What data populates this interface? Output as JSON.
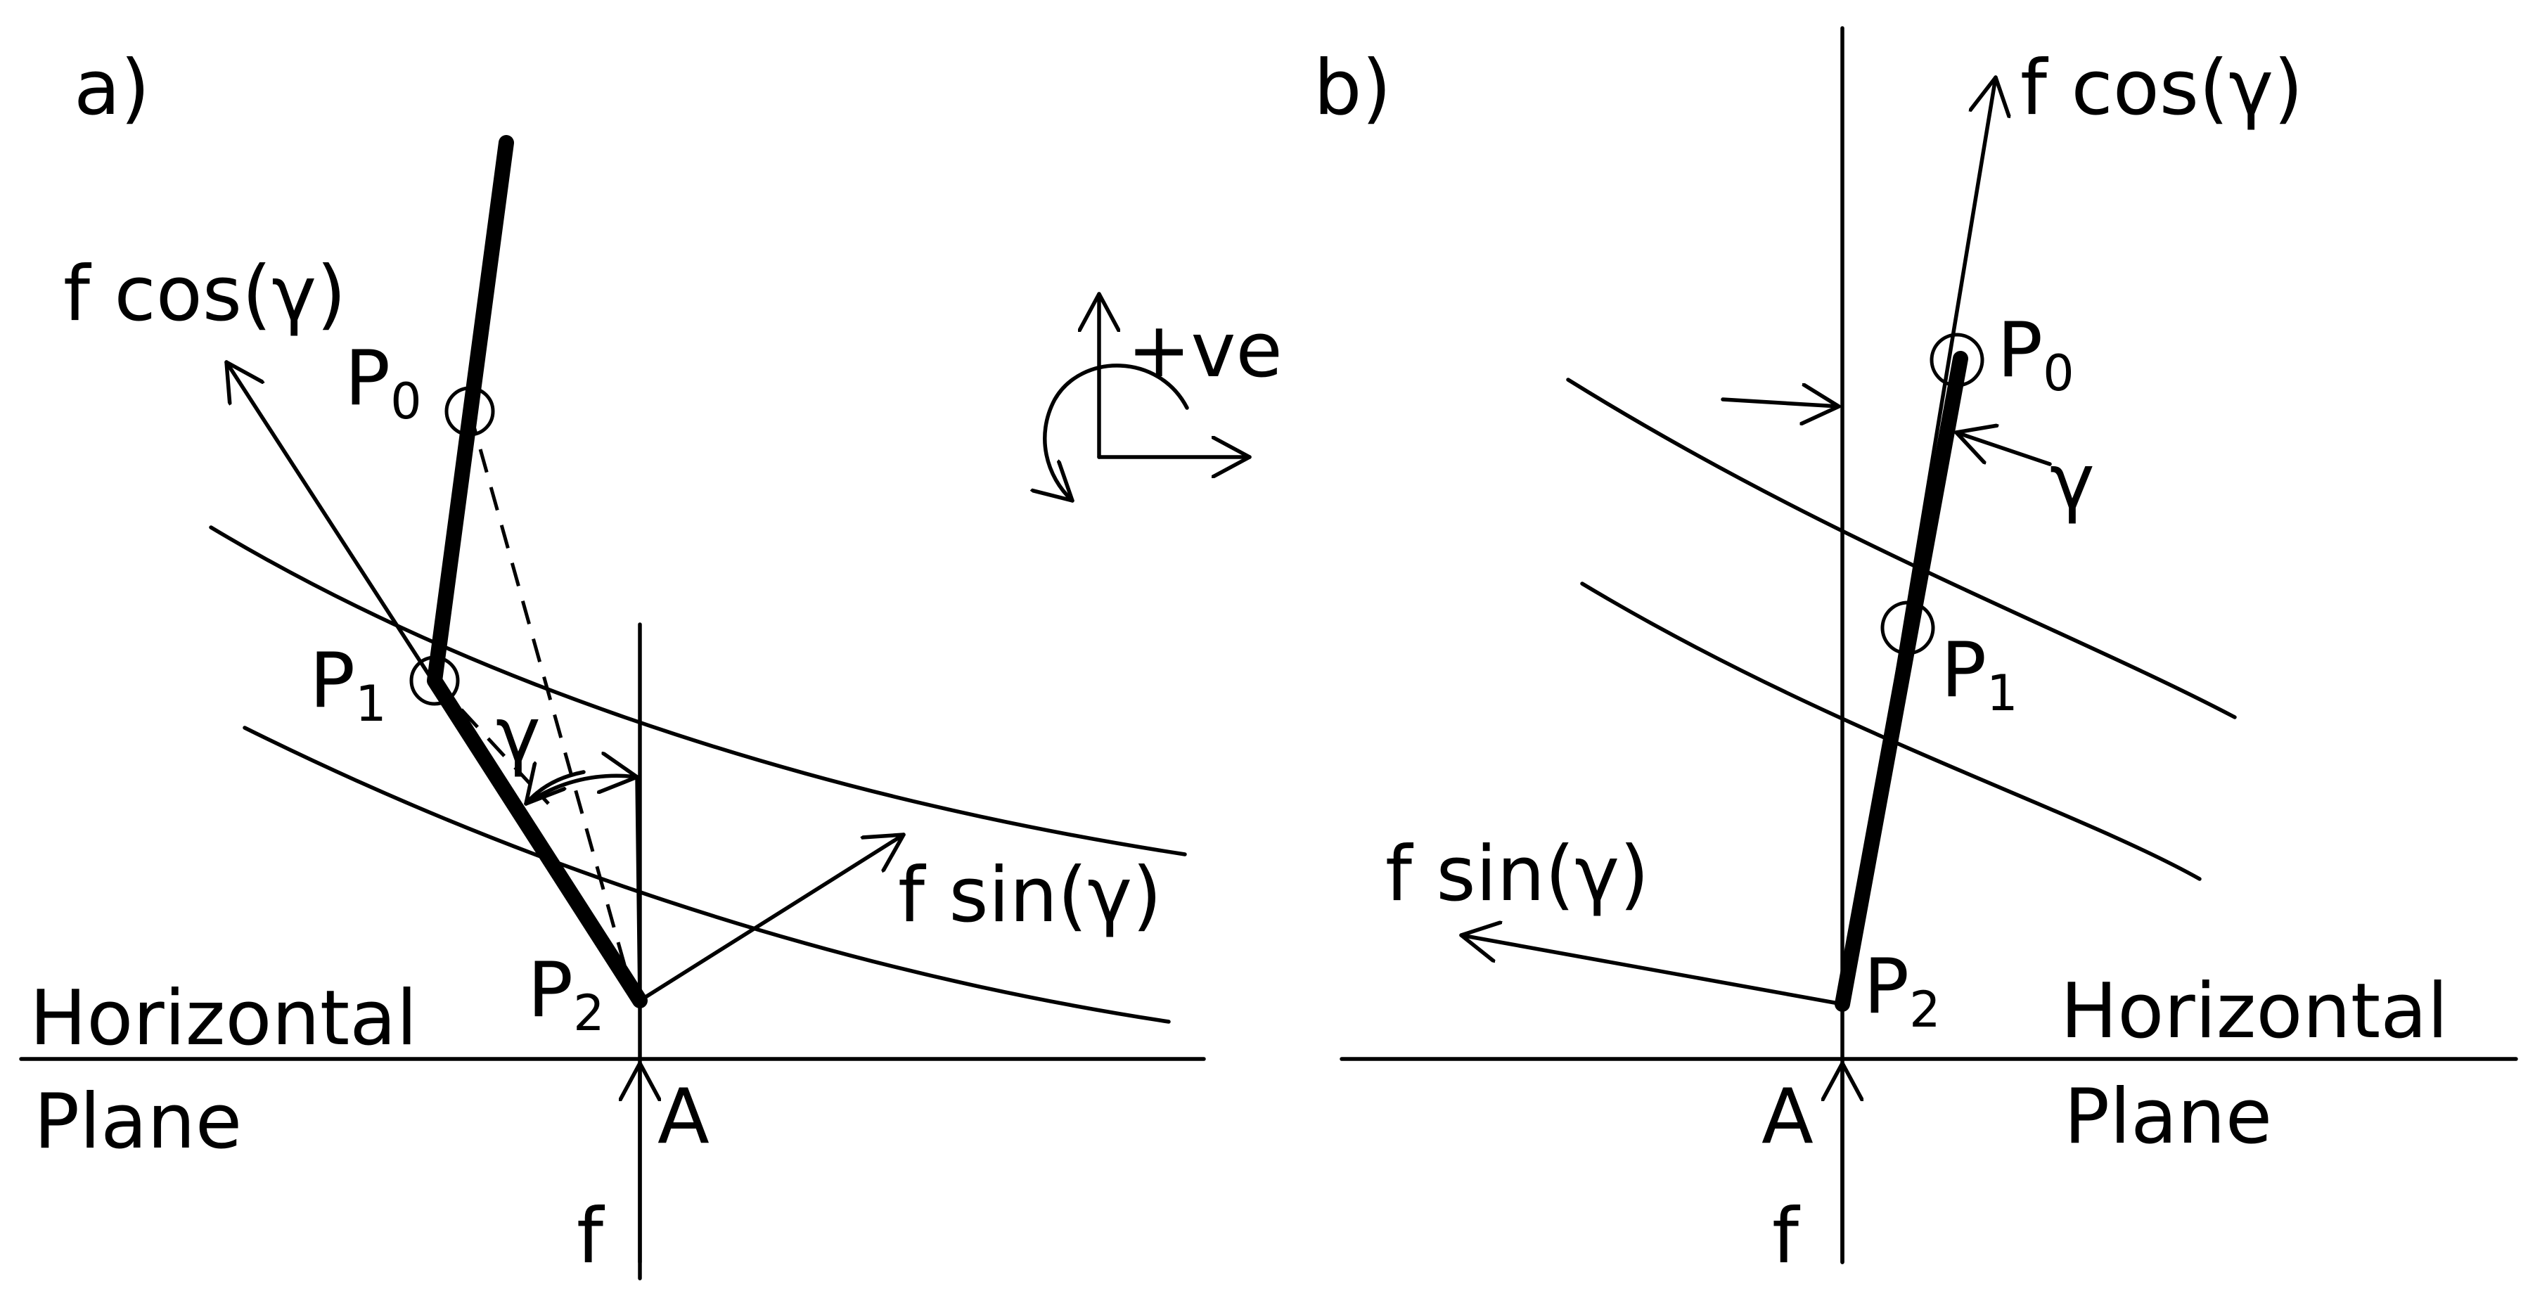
{
  "colors": {
    "ink": "#000000",
    "background": "#ffffff"
  },
  "panel_a": {
    "tag": "a)",
    "points": {
      "p0": {
        "base": "P",
        "sub": "0"
      },
      "p1": {
        "base": "P",
        "sub": "1"
      },
      "p2": {
        "base": "P",
        "sub": "2"
      }
    },
    "forces": {
      "f_cos": "f cos(γ)",
      "f_sin": "f sin(γ)",
      "f": "f"
    },
    "angle": "γ",
    "anchor": "A",
    "plane": {
      "line1": "Horizontal",
      "line2": "Plane"
    }
  },
  "sign_convention": {
    "label": "+ve"
  },
  "panel_b": {
    "tag": "b)",
    "points": {
      "p0": {
        "base": "P",
        "sub": "0"
      },
      "p1": {
        "base": "P",
        "sub": "1"
      },
      "p2": {
        "base": "P",
        "sub": "2"
      }
    },
    "forces": {
      "f_cos": "f cos(γ)",
      "f_sin": "f sin(γ)",
      "f": "f"
    },
    "angle": "γ",
    "anchor": "A",
    "plane": {
      "line1": "Horizontal",
      "line2": "Plane"
    }
  }
}
